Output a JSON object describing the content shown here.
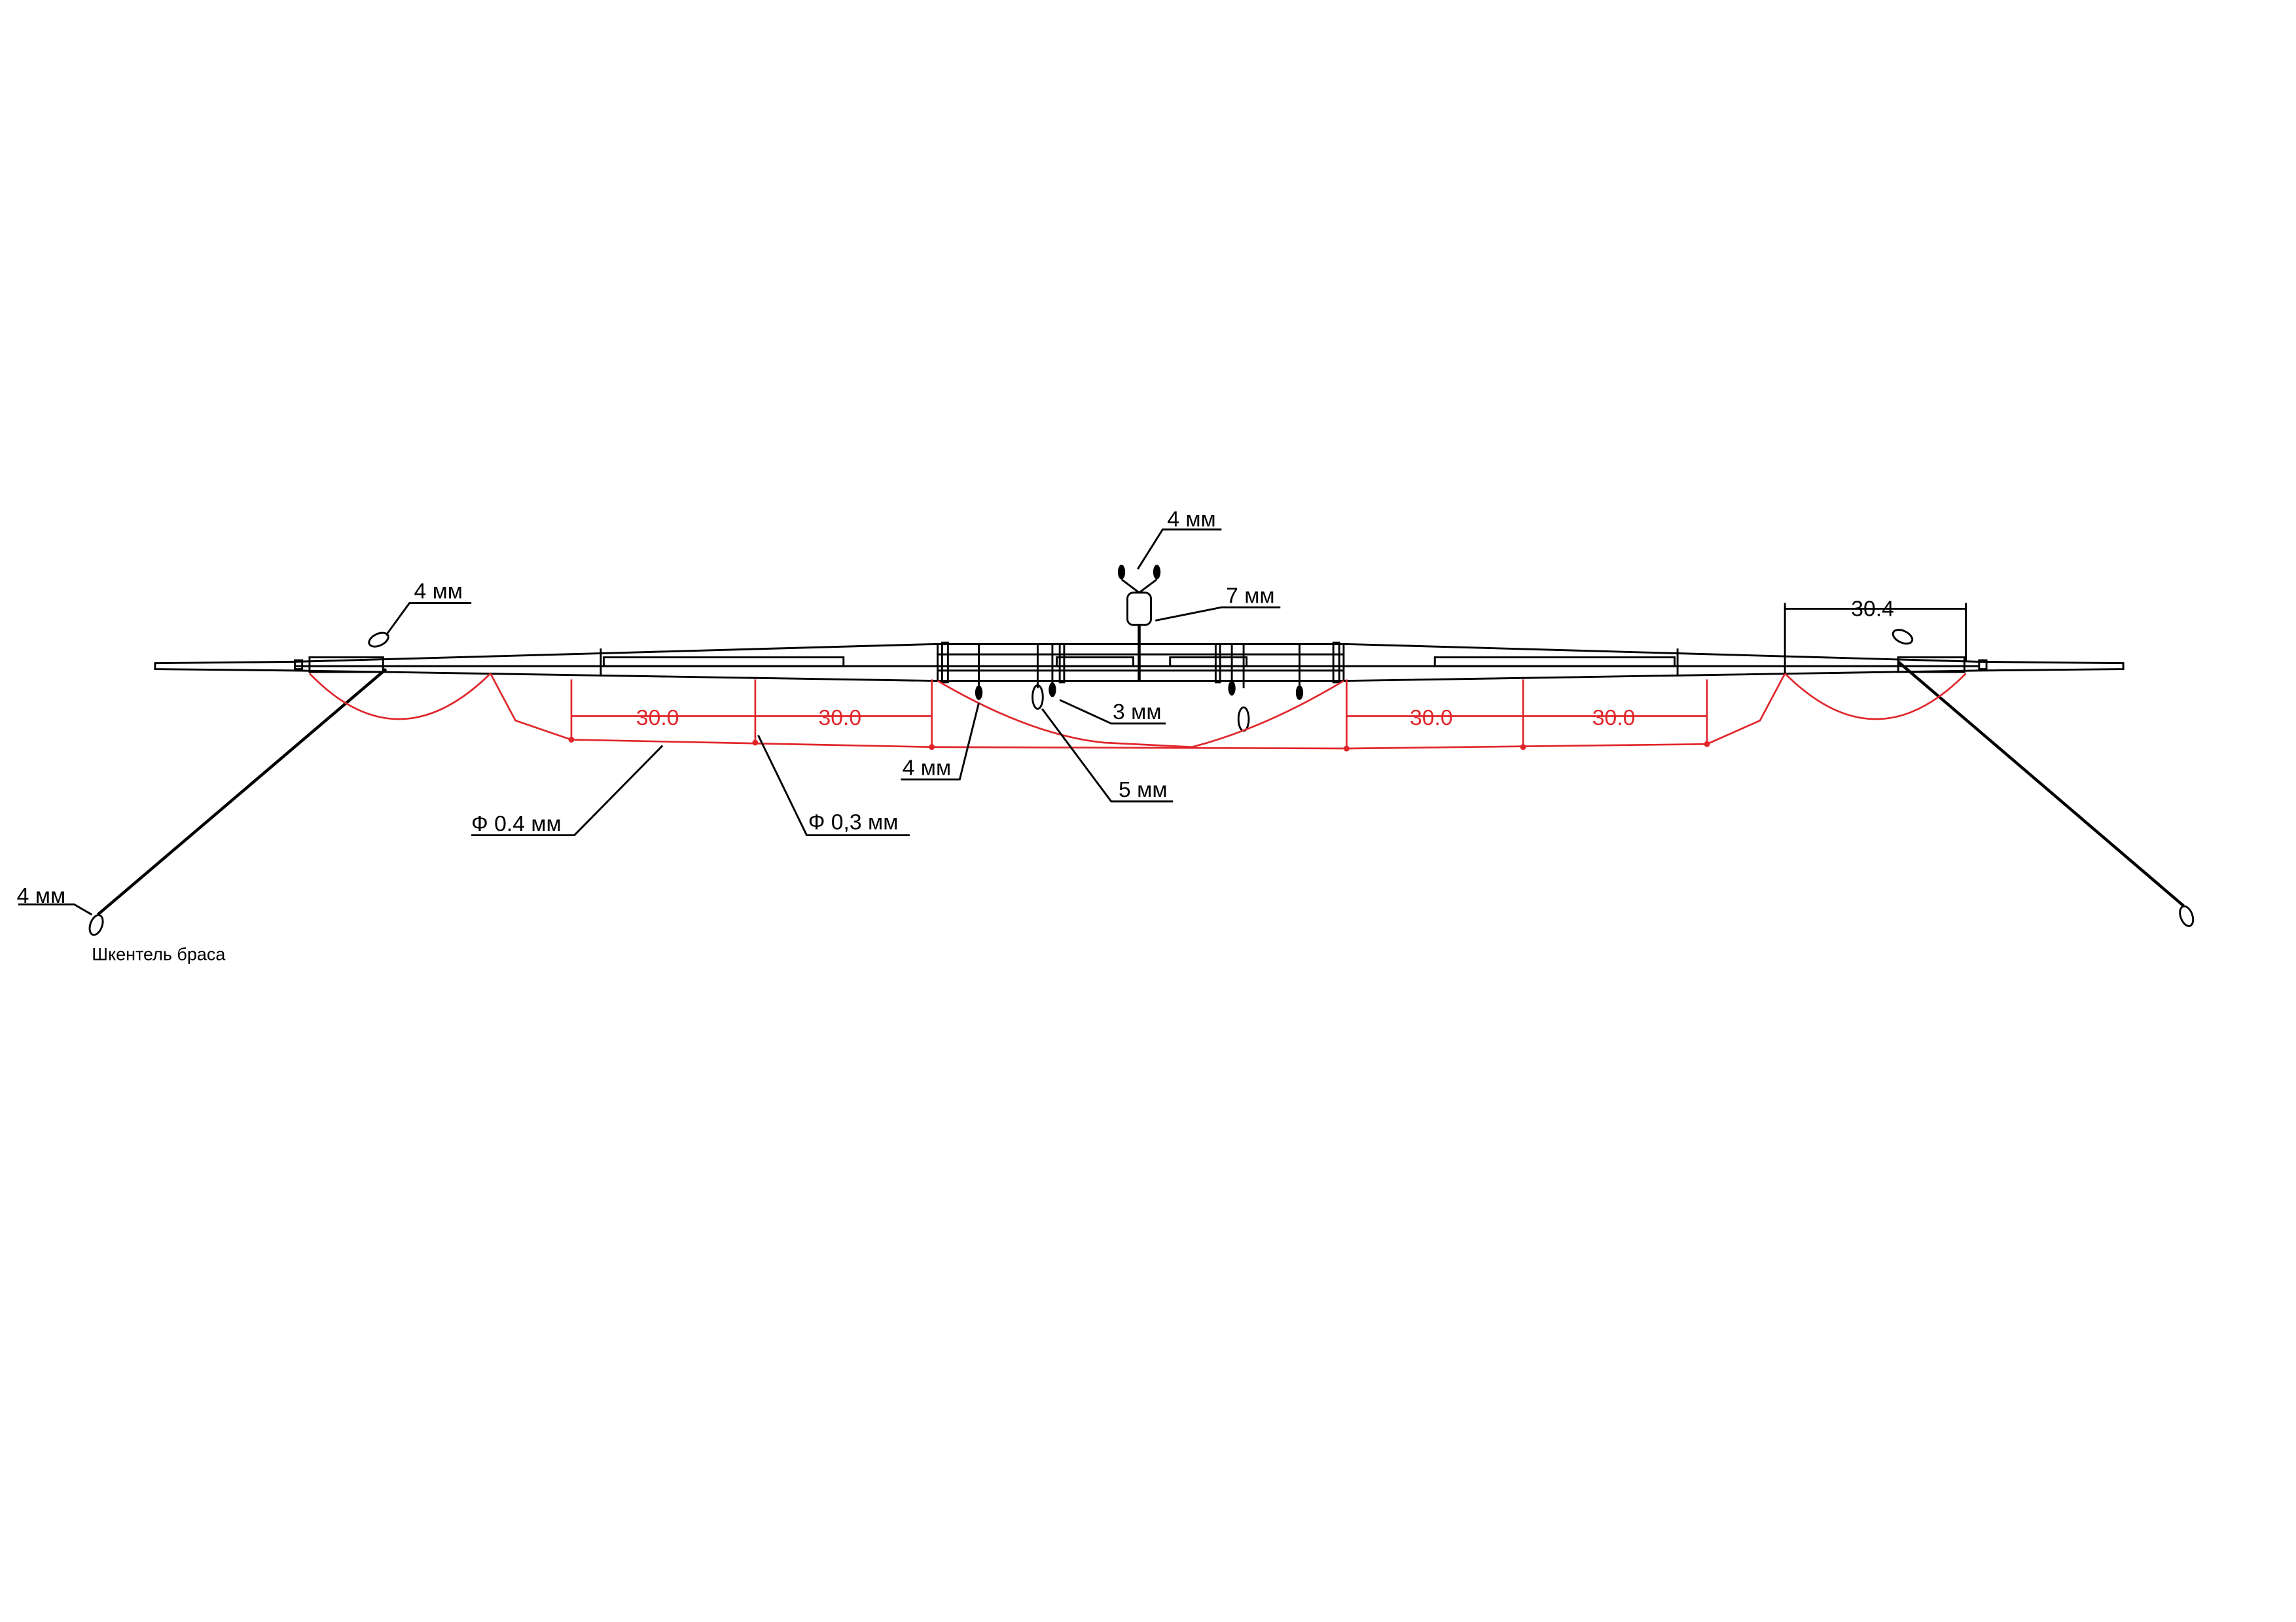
{
  "colors": {
    "dimension": "#e0262b",
    "line": "#000000"
  },
  "labels": {
    "block_top_cut": "4 мм",
    "block_left_yard": "4 мм",
    "block_center": "7 мм",
    "block_3mm": "3 мм",
    "block_4mm_lower": "4 мм",
    "block_5mm": "5 мм",
    "rope_04": "Ф 0.4 мм",
    "rope_03": "Ф 0,3 мм",
    "block_brace": "4 мм",
    "brace_pendant": "Шкентель браса"
  },
  "dimensions": {
    "d1": "30.0",
    "d2": "30.0",
    "d3": "30.0",
    "d4": "30.0",
    "d5": "30.4"
  }
}
